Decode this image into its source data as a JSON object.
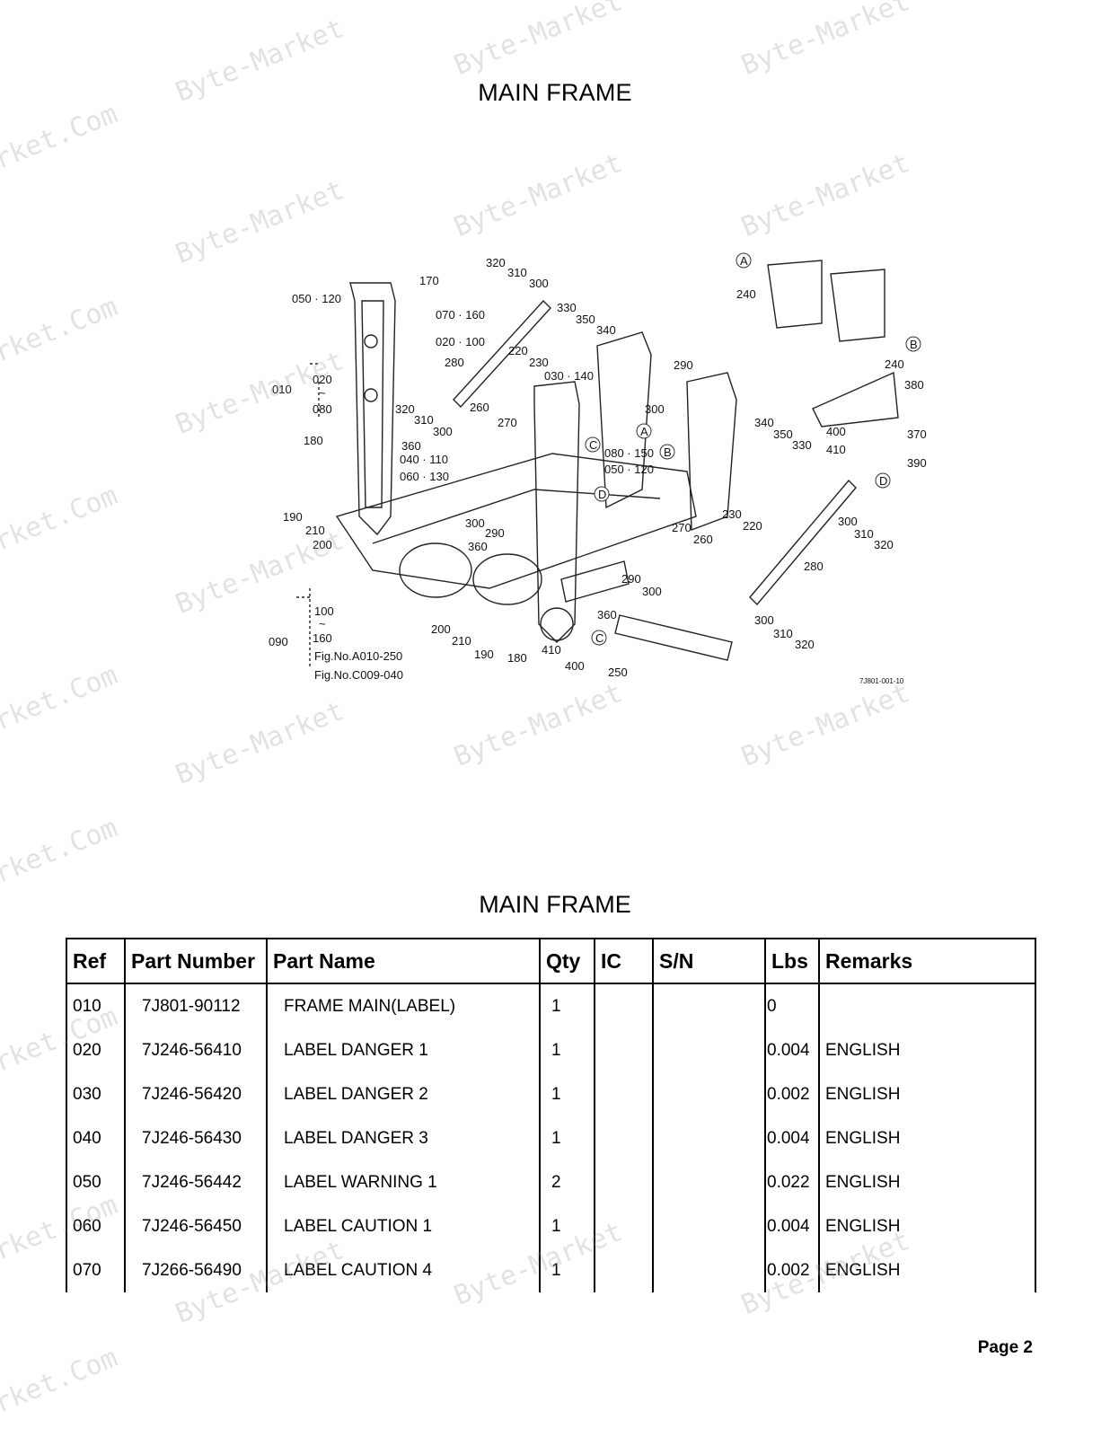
{
  "page_title": "MAIN FRAME",
  "diagram": {
    "labels": [
      "320",
      "310",
      "300",
      "170",
      "050 · 120",
      "070 · 160",
      "020 · 100",
      "010",
      "020",
      "~",
      "080",
      "180",
      "330",
      "350",
      "340",
      "280",
      "220",
      "230",
      "030 · 140",
      "320",
      "310",
      "300",
      "260",
      "270",
      "360",
      "040 · 110",
      "060 · 130",
      "080 · 150",
      "050 · 120",
      "290",
      "300",
      "240",
      "240",
      "380",
      "370",
      "390",
      "400",
      "410",
      "340",
      "350",
      "330",
      "190",
      "210",
      "200",
      "300",
      "290",
      "360",
      "230",
      "220",
      "270",
      "260",
      "300",
      "310",
      "320",
      "280",
      "100",
      "~",
      "160",
      "090",
      "Fig.No.A010-250",
      "Fig.No.C009-040",
      "200",
      "210",
      "190",
      "180",
      "410",
      "400",
      "360",
      "250",
      "290",
      "300",
      "300",
      "310",
      "320"
    ],
    "callouts": [
      "A",
      "A",
      "B",
      "B",
      "C",
      "C",
      "D",
      "D"
    ],
    "figure_code": "7J801-001-10"
  },
  "table": {
    "title": "MAIN FRAME",
    "headers": {
      "ref": "Ref",
      "part_number": "Part Number",
      "part_name": "Part Name",
      "qty": "Qty",
      "ic": "IC",
      "sn": "S/N",
      "lbs": "Lbs",
      "remarks": "Remarks"
    },
    "rows": [
      {
        "ref": "010",
        "part_number": "7J801-90112",
        "part_name": "FRAME MAIN(LABEL)",
        "qty": "1",
        "ic": "",
        "sn": "",
        "lbs": "0",
        "remarks": ""
      },
      {
        "ref": "020",
        "part_number": "7J246-56410",
        "part_name": "LABEL DANGER 1",
        "qty": "1",
        "ic": "",
        "sn": "",
        "lbs": "0.004",
        "remarks": "ENGLISH"
      },
      {
        "ref": "030",
        "part_number": "7J246-56420",
        "part_name": "LABEL DANGER 2",
        "qty": "1",
        "ic": "",
        "sn": "",
        "lbs": "0.002",
        "remarks": "ENGLISH"
      },
      {
        "ref": "040",
        "part_number": "7J246-56430",
        "part_name": "LABEL DANGER 3",
        "qty": "1",
        "ic": "",
        "sn": "",
        "lbs": "0.004",
        "remarks": "ENGLISH"
      },
      {
        "ref": "050",
        "part_number": "7J246-56442",
        "part_name": "LABEL WARNING 1",
        "qty": "2",
        "ic": "",
        "sn": "",
        "lbs": "0.022",
        "remarks": "ENGLISH"
      },
      {
        "ref": "060",
        "part_number": "7J246-56450",
        "part_name": "LABEL CAUTION 1",
        "qty": "1",
        "ic": "",
        "sn": "",
        "lbs": "0.004",
        "remarks": "ENGLISH"
      },
      {
        "ref": "070",
        "part_number": "7J266-56490",
        "part_name": "LABEL CAUTION 4",
        "qty": "1",
        "ic": "",
        "sn": "",
        "lbs": "0.002",
        "remarks": "ENGLISH"
      }
    ]
  },
  "page_number": "Page 2",
  "watermark": {
    "brand": "Byte-Market",
    "domain": "rket.Com"
  }
}
